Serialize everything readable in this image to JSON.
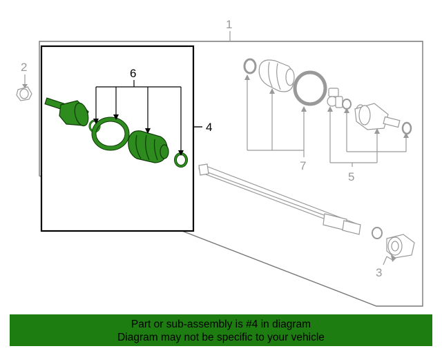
{
  "diagram": {
    "callouts": {
      "c1": "1",
      "c2": "2",
      "c3": "3",
      "c4": "4",
      "c5": "5",
      "c6": "6",
      "c7": "7"
    },
    "colors": {
      "highlight": "#2e8b1e",
      "line_art": "#999999",
      "frame": "#777777",
      "banner": "#1e7d10"
    }
  },
  "banner": {
    "line1": "Part or sub-assembly is #4 in diagram",
    "line2": "Diagram may not be specific to your vehicle"
  }
}
